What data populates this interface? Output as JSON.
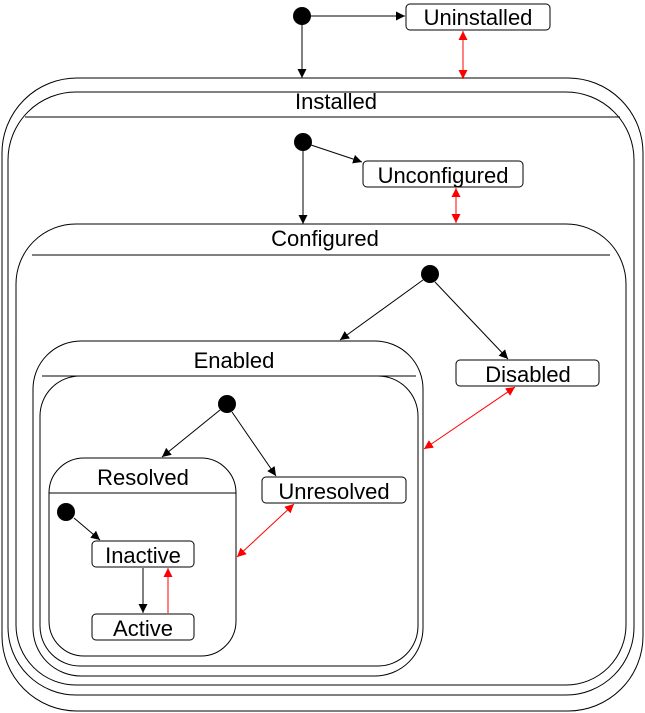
{
  "states": {
    "uninstalled": "Uninstalled",
    "installed": "Installed",
    "unconfigured": "Unconfigured",
    "configured": "Configured",
    "enabled": "Enabled",
    "disabled": "Disabled",
    "resolved": "Resolved",
    "unresolved": "Unresolved",
    "inactive": "Inactive",
    "active": "Active"
  },
  "colors": {
    "line": "#000000",
    "bidirectional": "#ff0000",
    "background": "#ffffff"
  }
}
